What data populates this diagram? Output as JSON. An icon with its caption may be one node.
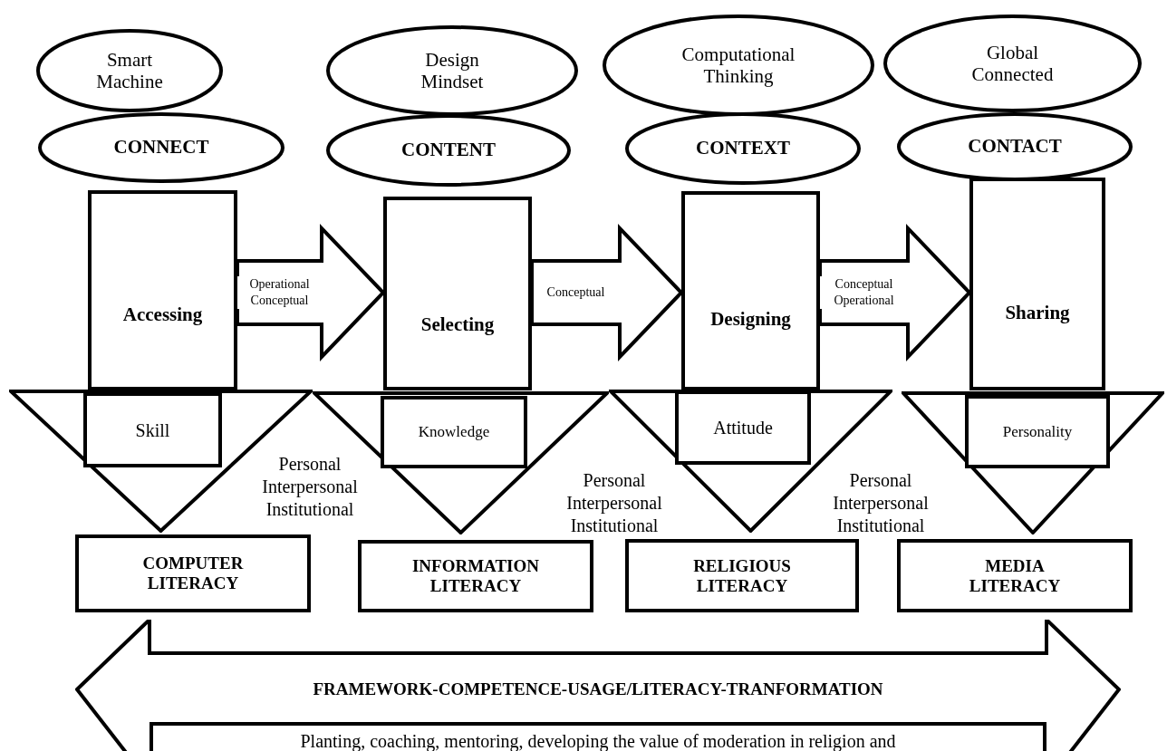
{
  "diagram": {
    "nodes": [
      {
        "text": [
          "Smart Machine"
        ]
      },
      {
        "text": [
          "Design Mindset"
        ]
      },
      {
        "text": [
          "Computational Thinking"
        ]
      },
      {
        "text": [
          "Global Connected"
        ]
      },
      {
        "text": [
          "CONNECT"
        ]
      },
      {
        "text": [
          "CONTENT"
        ]
      },
      {
        "text": [
          "CONTEXT"
        ]
      },
      {
        "text": [
          "CONTACT"
        ]
      },
      {
        "text": [
          "Accessing"
        ]
      },
      {
        "text": [
          "Selecting"
        ]
      },
      {
        "text": [
          "Designing"
        ]
      },
      {
        "text": [
          "Sharing"
        ]
      },
      {
        "text": [],
        "shape": "triangle"
      },
      {
        "text": [],
        "shape": "triangle"
      },
      {
        "text": [],
        "shape": "triangle"
      },
      {
        "text": [],
        "shape": "triangle"
      },
      {
        "text": [
          "Skill"
        ],
        "in": 12
      },
      {
        "text": [
          "Knowledge"
        ],
        "in": 13
      },
      {
        "text": [
          "Attitude"
        ],
        "in": 14
      },
      {
        "text": [
          "Personality"
        ],
        "in": 15
      },
      {
        "text": [
          "COMPUTER LITERACY"
        ]
      },
      {
        "text": [
          "INFORMATION LITERACY"
        ]
      },
      {
        "text": [
          "RELIGIOUS LITERACY"
        ]
      },
      {
        "text": [
          "MEDIA LITERACY"
        ]
      },
      {
        "text": [
          "FRAMEWORK-COMPETENCE-USAGE/LITERACY-TRANFORMATION"
        ]
      },
      {
        "text": [
          "Planting, coaching, mentoring, developing the value of moderation in religion and"
        ],
        "in": 24
      }
    ],
    "edges": [
      {
        "from": 8,
        "to": 9,
        "arrow": "to",
        "label": "Operational Conceptual"
      },
      {
        "from": 9,
        "to": 10,
        "arrow": "to",
        "label": "Conceptual"
      },
      {
        "from": 10,
        "to": 11,
        "arrow": "to",
        "label": "Conceptual Operational"
      }
    ],
    "labels": [
      "Personal Interpersonal Institutional",
      "Personal Interpersonal Institutional",
      "Personal Interpersonal Institutional"
    ]
  }
}
